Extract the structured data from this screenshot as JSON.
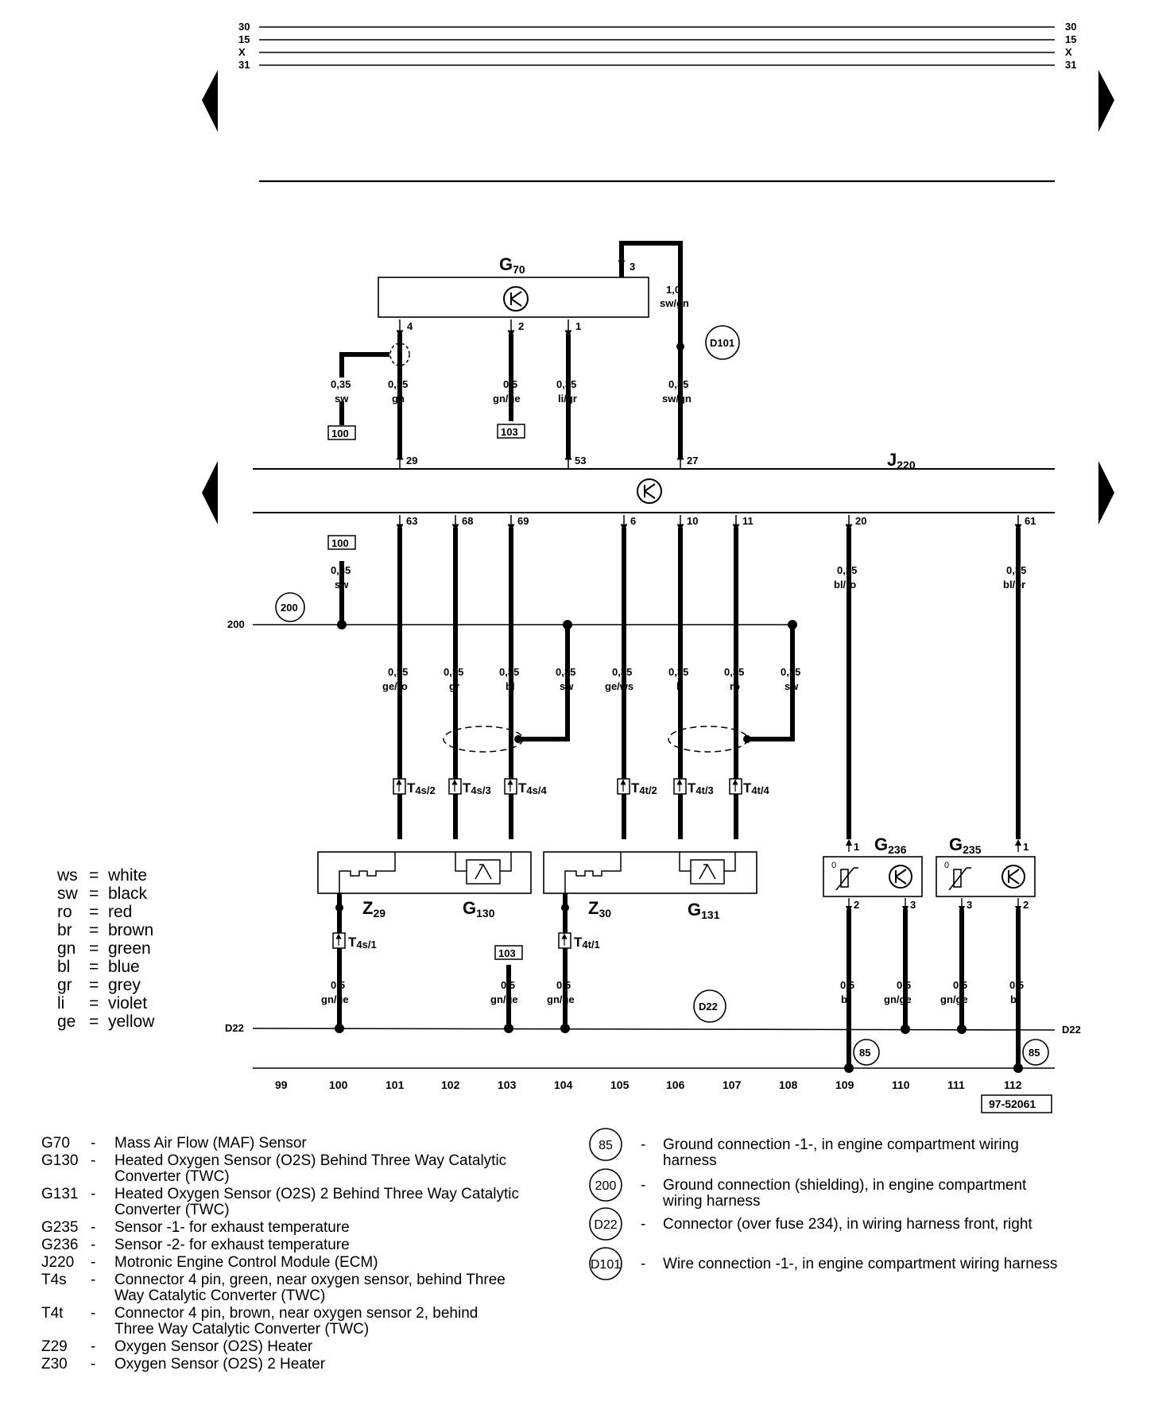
{
  "rails_top": [
    "30",
    "15",
    "X",
    "31"
  ],
  "components": {
    "G70": {
      "base": "G",
      "sub": "70"
    },
    "J220": {
      "base": "J",
      "sub": "220"
    },
    "Z29": {
      "base": "Z",
      "sub": "29"
    },
    "G130": {
      "base": "G",
      "sub": "130"
    },
    "Z30": {
      "base": "Z",
      "sub": "30"
    },
    "G131": {
      "base": "G",
      "sub": "131"
    },
    "G236": {
      "base": "G",
      "sub": "236"
    },
    "G235": {
      "base": "G",
      "sub": "235"
    }
  },
  "g70_pins": {
    "p4": "4",
    "p2": "2",
    "p1": "1",
    "p3": "3"
  },
  "upper_wires": {
    "w_sw": {
      "size": "0,35",
      "color": "sw"
    },
    "w_gn": {
      "size": "0,35",
      "color": "gn"
    },
    "w_gnge": {
      "size": "0,5",
      "color": "gn/ge"
    },
    "w_ligr": {
      "size": "0,35",
      "color": "li/gr"
    },
    "w_swgn_top": {
      "size": "1,0",
      "color": "sw/gn"
    },
    "w_swgn": {
      "size": "0,35",
      "color": "sw/gn"
    }
  },
  "boxes": {
    "b100": "100",
    "b103": "103"
  },
  "circles": {
    "d101": "D101",
    "c200": "200",
    "d22": "D22",
    "c85": "85"
  },
  "j220_top_pins": {
    "p29": "29",
    "p53": "53",
    "p27": "27"
  },
  "j220_bottom_pins": {
    "p63": "63",
    "p68": "68",
    "p69": "69",
    "p6": "6",
    "p10": "10",
    "p11": "11",
    "p20": "20",
    "p61": "61"
  },
  "mid_wires": {
    "m_sw": {
      "size": "0,35",
      "color": "sw"
    },
    "m_gero": {
      "size": "0,35",
      "color": "ge/ro"
    },
    "m_gr": {
      "size": "0,35",
      "color": "gr"
    },
    "m_bl": {
      "size": "0,35",
      "color": "bl"
    },
    "m_sw2": {
      "size": "0,35",
      "color": "sw"
    },
    "m_gews": {
      "size": "0,35",
      "color": "ge/ws"
    },
    "m_li": {
      "size": "0,35",
      "color": "li"
    },
    "m_ro": {
      "size": "0,35",
      "color": "ro"
    },
    "m_sw3": {
      "size": "0,35",
      "color": "sw"
    },
    "m_blro": {
      "size": "0,35",
      "color": "bl/ro"
    },
    "m_blbr": {
      "size": "0,35",
      "color": "bl/br"
    }
  },
  "rail_200": "200",
  "rail_d22": "D22",
  "connectors": {
    "t4s2": {
      "base": "T",
      "sub": "4s/2"
    },
    "t4s3": {
      "base": "T",
      "sub": "4s/3"
    },
    "t4s4": {
      "base": "T",
      "sub": "4s/4"
    },
    "t4t2": {
      "base": "T",
      "sub": "4t/2"
    },
    "t4t3": {
      "base": "T",
      "sub": "4t/3"
    },
    "t4t4": {
      "base": "T",
      "sub": "4t/4"
    },
    "t4s1": {
      "base": "T",
      "sub": "4s/1"
    },
    "t4t1": {
      "base": "T",
      "sub": "4t/1"
    }
  },
  "sensor_pins": {
    "g236_1": "1",
    "g236_2": "2",
    "g236_3": "3",
    "g235_1": "1",
    "g235_3": "3",
    "g235_2": "2",
    "theta": "0"
  },
  "lower_wires": {
    "l100": {
      "size": "0,5",
      "color": "gn/ge"
    },
    "l103": {
      "size": "0,5",
      "color": "gn/ge"
    },
    "l104": {
      "size": "0,5",
      "color": "gn/ge"
    },
    "l109": {
      "size": "0,5",
      "color": "br"
    },
    "l110": {
      "size": "0,5",
      "color": "gn/ge"
    },
    "l111": {
      "size": "0,5",
      "color": "gn/ge"
    },
    "l112": {
      "size": "0,5",
      "color": "br"
    }
  },
  "columns": [
    "99",
    "100",
    "101",
    "102",
    "103",
    "104",
    "105",
    "106",
    "107",
    "108",
    "109",
    "110",
    "111",
    "112"
  ],
  "ref_code": "97-52061",
  "color_legend": [
    {
      "code": "ws",
      "name": "white"
    },
    {
      "code": "sw",
      "name": "black"
    },
    {
      "code": "ro",
      "name": "red"
    },
    {
      "code": "br",
      "name": "brown"
    },
    {
      "code": "gn",
      "name": "green"
    },
    {
      "code": "bl",
      "name": "blue"
    },
    {
      "code": "gr",
      "name": "grey"
    },
    {
      "code": "li",
      "name": "violet"
    },
    {
      "code": "ge",
      "name": "yellow"
    }
  ],
  "component_legend": [
    {
      "code": "G70",
      "lines": [
        "Mass Air Flow (MAF) Sensor"
      ]
    },
    {
      "code": "G130",
      "lines": [
        "Heated Oxygen Sensor (O2S) Behind Three Way  Catalytic",
        "Converter (TWC)"
      ]
    },
    {
      "code": "G131",
      "lines": [
        "Heated Oxygen Sensor (O2S) 2 Behind Three Way  Catalytic",
        "Converter (TWC)"
      ]
    },
    {
      "code": "G235",
      "lines": [
        "Sensor -1- for exhaust temperature"
      ]
    },
    {
      "code": "G236",
      "lines": [
        "Sensor -2- for exhaust temperature"
      ]
    },
    {
      "code": "J220",
      "lines": [
        "Motronic Engine Control Module (ECM)"
      ]
    },
    {
      "code": "T4s",
      "lines": [
        "Connector 4 pin, green, near oxygen sensor, behind Three",
        "Way Catalytic Converter (TWC)"
      ]
    },
    {
      "code": "T4t",
      "lines": [
        "Connector 4 pin, brown, near oxygen sensor 2, behind",
        "Three Way Catalytic Converter (TWC)"
      ]
    },
    {
      "code": "Z29",
      "lines": [
        "Oxygen Sensor (O2S)  Heater"
      ]
    },
    {
      "code": "Z30",
      "lines": [
        "Oxygen Sensor (O2S) 2 Heater"
      ]
    }
  ],
  "connection_legend": [
    {
      "code": "85",
      "lines": [
        "Ground connection -1-, in engine compartment wiring",
        "harness"
      ]
    },
    {
      "code": "200",
      "lines": [
        "Ground connection (shielding), in engine compartment",
        "wiring harness"
      ]
    },
    {
      "code": "D22",
      "lines": [
        "Connector (over fuse 234), in wiring harness front, right"
      ]
    },
    {
      "code": "D101",
      "lines": [
        "Wire connection -1-, in engine compartment wiring harness"
      ]
    }
  ]
}
